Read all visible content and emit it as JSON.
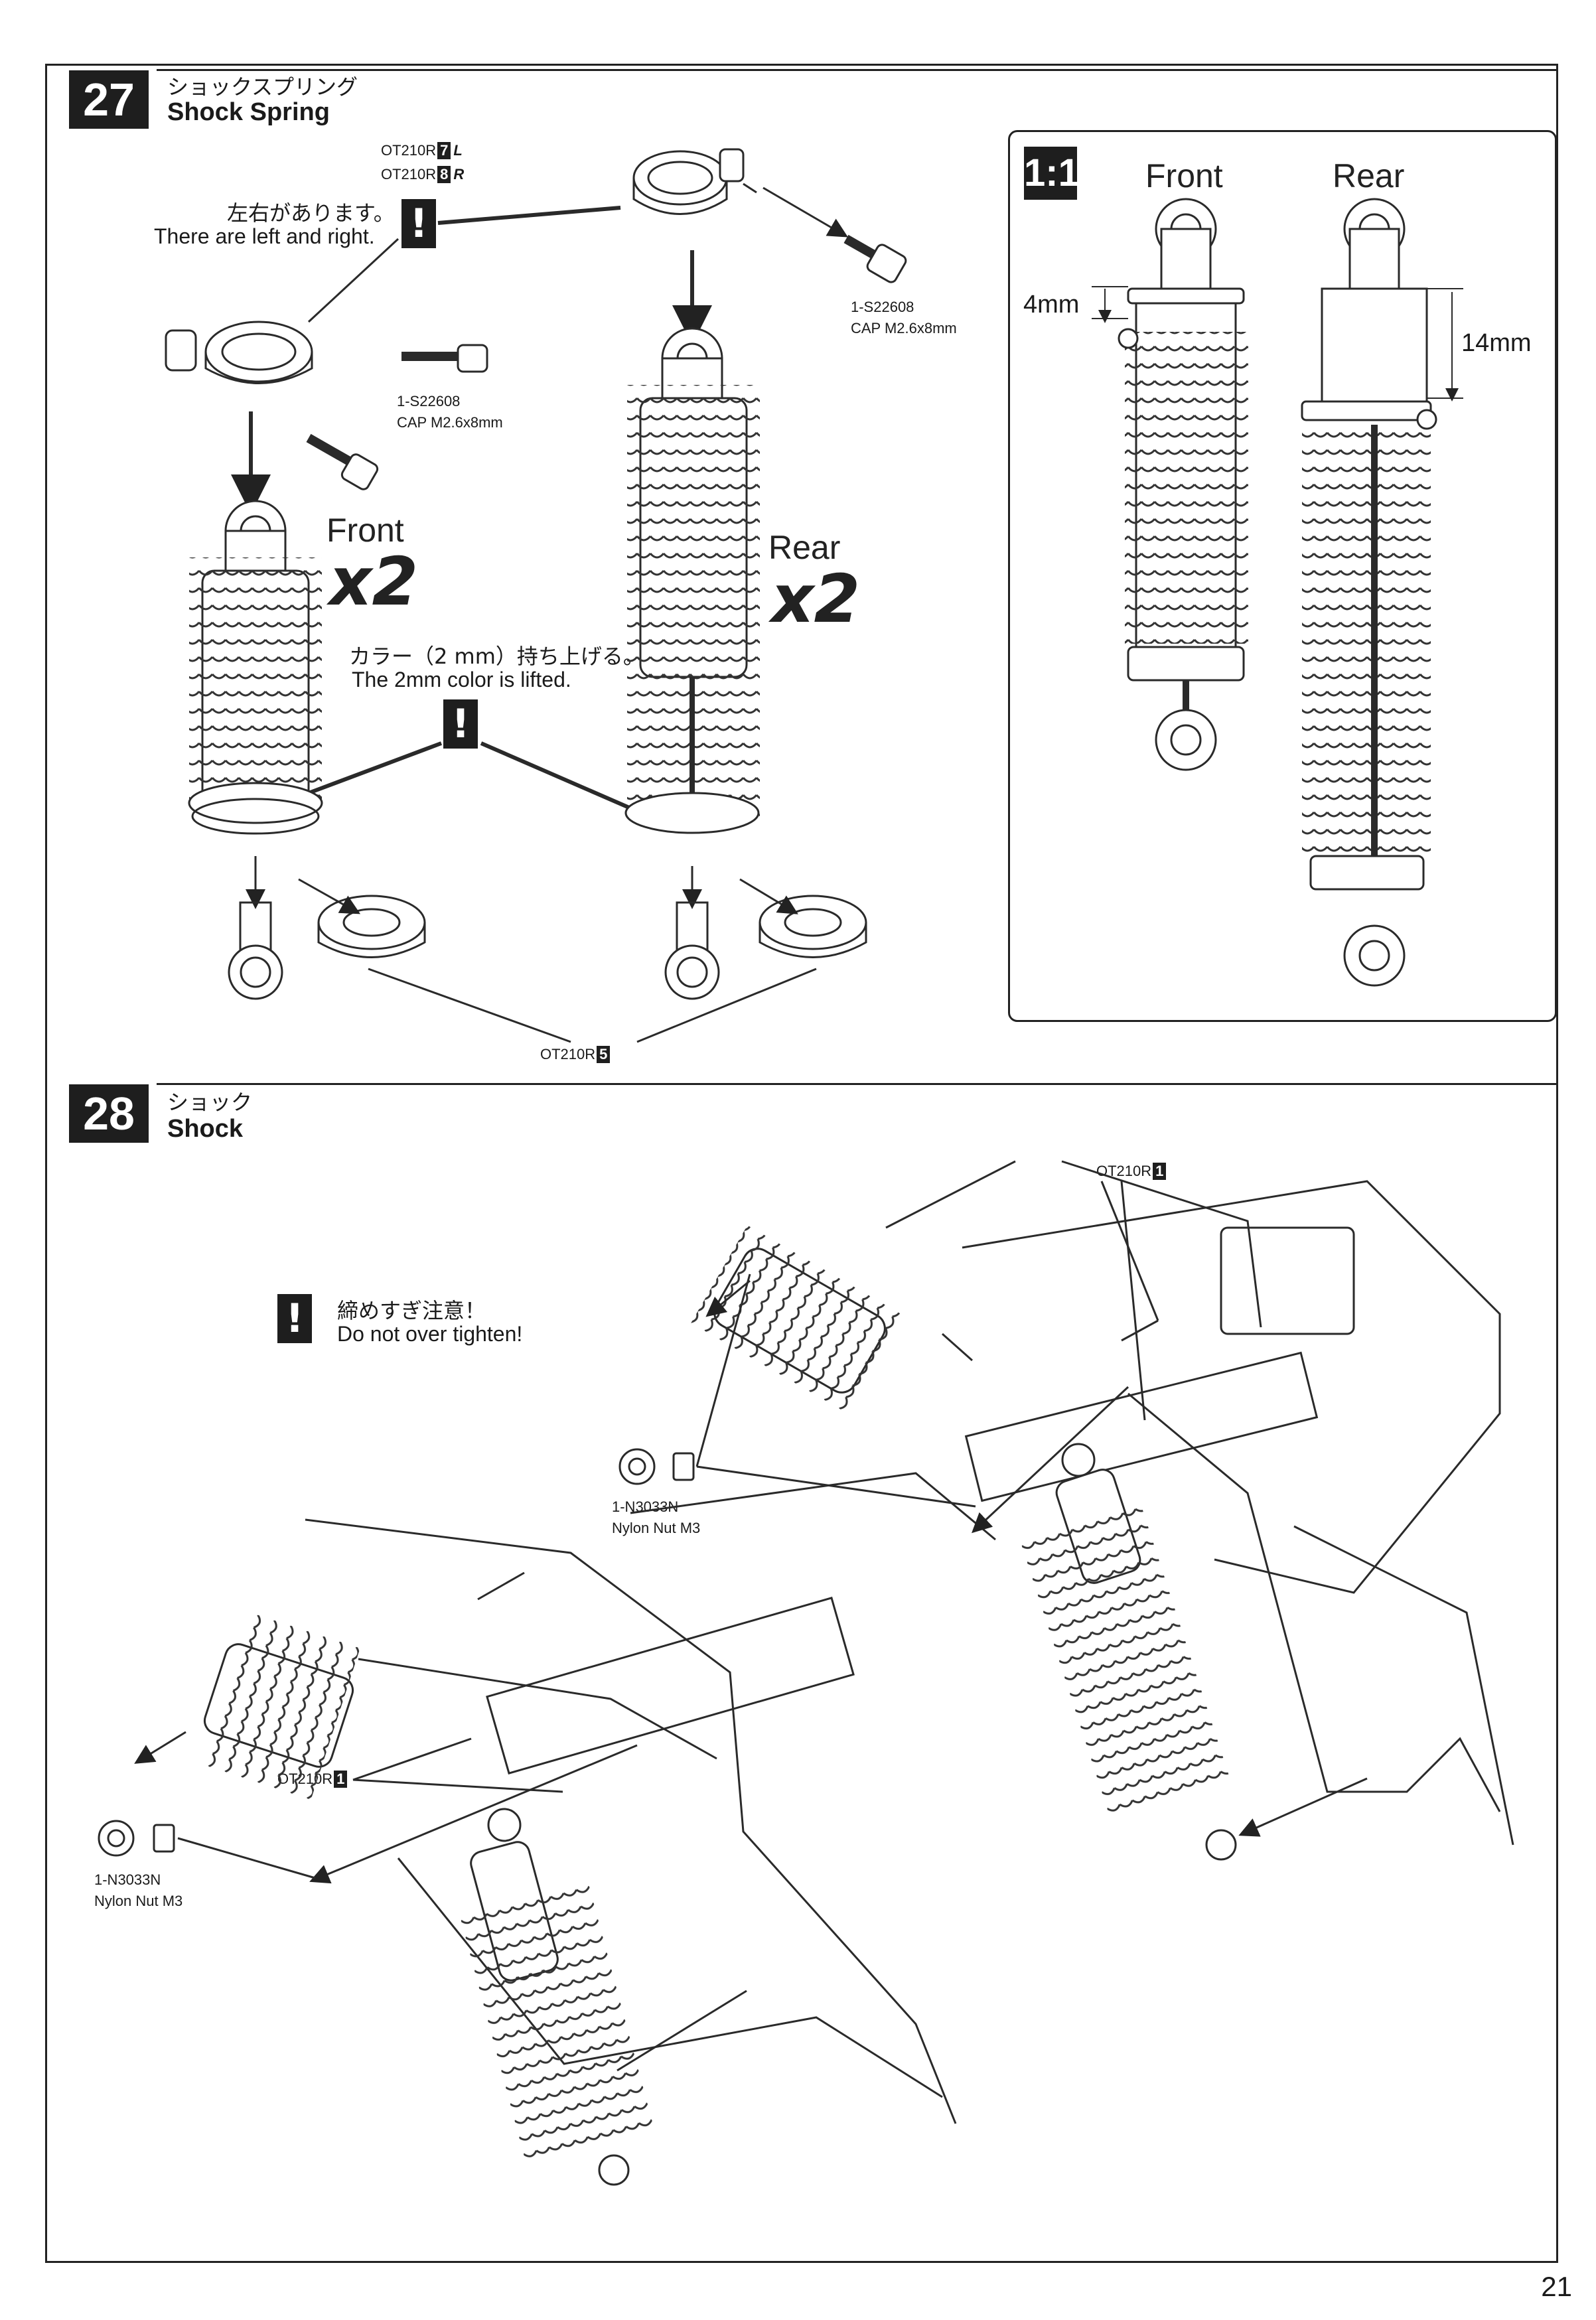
{
  "page_number": "21",
  "step27": {
    "number": "27",
    "title_jp": "ショックスプリング",
    "title_en": "Shock Spring",
    "part_top_l": {
      "code": "OT210R",
      "tag": "7",
      "suffix": "L"
    },
    "part_top_r": {
      "code": "OT210R",
      "tag": "8",
      "suffix": "R"
    },
    "note_lr_jp": "左右があります。",
    "note_lr_en": "There are left and right.",
    "screw_a": {
      "code": "1-S22608",
      "desc": "CAP M2.6x8mm"
    },
    "screw_b": {
      "code": "1-S22608",
      "desc": "CAP M2.6x8mm"
    },
    "front_label": "Front",
    "front_qty": "x2",
    "rear_label": "Rear",
    "rear_qty": "x2",
    "note_collar_jp": "カラー（2 mm）持ち上げる。",
    "note_collar_en": "The 2mm color is lifted.",
    "part_bottom": {
      "code": "OT210R",
      "tag": "5"
    },
    "warn_glyph": "!"
  },
  "scale_panel": {
    "badge": "1:1",
    "front_label": "Front",
    "rear_label": "Rear",
    "front_dim": "4mm",
    "rear_dim": "14mm"
  },
  "step28": {
    "number": "28",
    "title_jp": "ショック",
    "title_en": "Shock",
    "warn_jp": "締めすぎ注意！",
    "warn_en": "Do not over tighten!",
    "part_upper": {
      "code": "OT210R",
      "tag": "1"
    },
    "part_lower": {
      "code": "OT210R",
      "tag": "1"
    },
    "nut_upper": {
      "code": "1-N3033N",
      "desc": "Nylon Nut M3"
    },
    "nut_lower": {
      "code": "1-N3033N",
      "desc": "Nylon Nut M3"
    },
    "warn_glyph": "!"
  }
}
